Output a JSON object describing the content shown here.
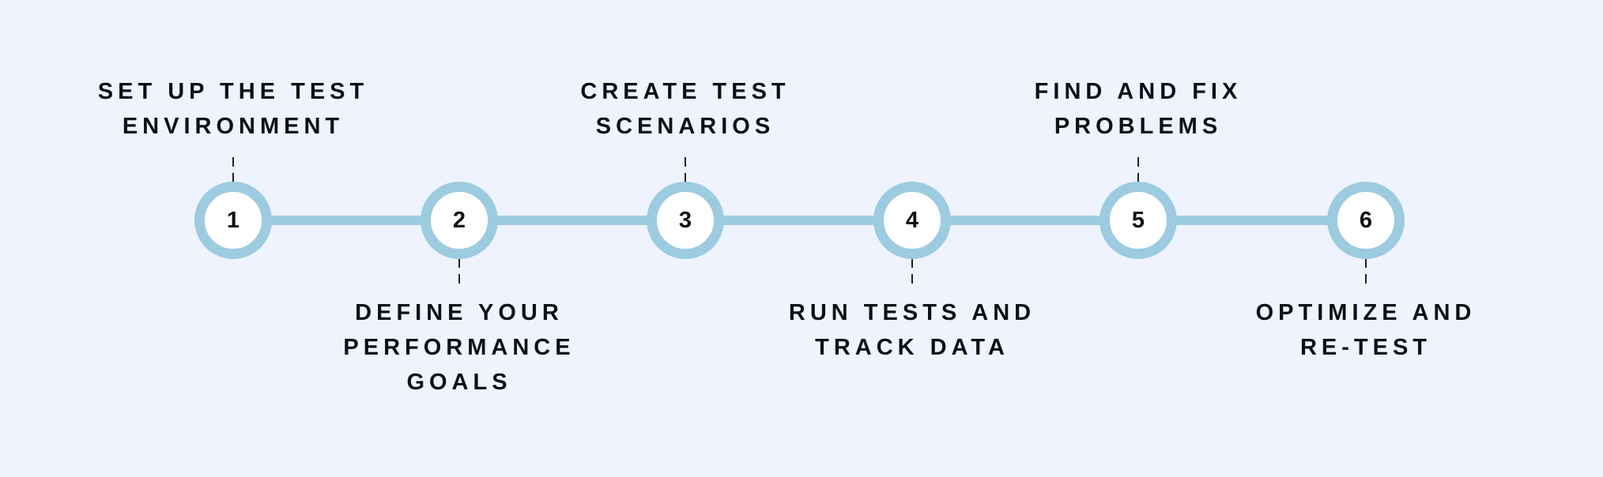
{
  "colors": {
    "background": "#eff3fd",
    "ring": "#9dcbe0",
    "text": "#0d0f14"
  },
  "steps": [
    {
      "number": "1",
      "lines": [
        "SET UP THE TEST",
        "ENVIRONMENT"
      ],
      "position": "top"
    },
    {
      "number": "2",
      "lines": [
        "DEFINE YOUR",
        "PERFORMANCE",
        "GOALS"
      ],
      "position": "bottom"
    },
    {
      "number": "3",
      "lines": [
        "CREATE TEST",
        "SCENARIOS"
      ],
      "position": "top"
    },
    {
      "number": "4",
      "lines": [
        "RUN TESTS AND",
        "TRACK DATA"
      ],
      "position": "bottom"
    },
    {
      "number": "5",
      "lines": [
        "FIND AND FIX",
        "PROBLEMS"
      ],
      "position": "top"
    },
    {
      "number": "6",
      "lines": [
        "OPTIMIZE AND",
        "RE-TEST"
      ],
      "position": "bottom"
    }
  ]
}
